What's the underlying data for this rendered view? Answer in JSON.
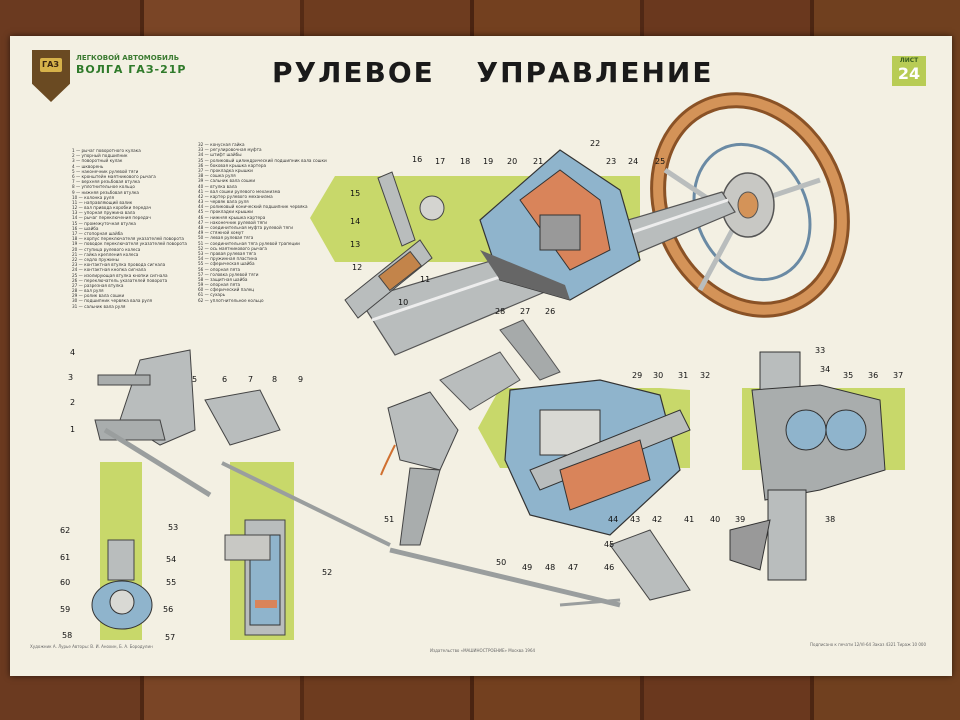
{
  "poster": {
    "title": "РУЛЕВОЕ   УПРАВЛЕНИЕ",
    "brand_top": "ЛЕГКОВОЙ АВТОМОБИЛЬ",
    "brand_name": "ВОЛГА ГАЗ-21Р",
    "logo_text": "ГАЗ",
    "sheet_label": "ЛИСТ",
    "sheet_number": "24"
  },
  "legend_left": [
    "1 — рычаг поворотного кулака",
    "2 — упорный подшипник",
    "3 — поворотный кулак",
    "4 — шкворень",
    "5 — наконечник рулевой тяги",
    "6 — кронштейн маятникового рычага",
    "7 — верхняя резьбовая втулка",
    "8 — уплотнительное кольцо",
    "9 — нижняя резьбовая втулка",
    "10 — колонка руля",
    "11 — направляющий валик",
    "12 — вал привода коробки передач",
    "13 — упорная пружина вала",
    "14 — рычаг переключения передач",
    "15 — промежуточная втулка",
    "16 — шайба",
    "17 — стопорная шайба",
    "18 — корпус переключателя указателей поворота",
    "19 — поводок переключателя указателей поворота",
    "20 — ступица рулевого колеса",
    "21 — гайка крепления колеса",
    "22 — седло пружины",
    "23 — контактная втулка провода сигнала",
    "24 — контактная кнопка сигнала",
    "25 — изолирующая втулка кнопки сигнала",
    "26 — переключатель указателей поворота",
    "27 — разрезная втулка",
    "28 — вал руля",
    "29 — ролик вала сошки",
    "30 — подшипник червяка вала руля",
    "31 — сальник вала руля"
  ],
  "legend_right": [
    "32 — конусная гайка",
    "33 — регулировочная муфта",
    "34 — штифт шайбы",
    "35 — роликовый цилиндрический подшипник вала сошки",
    "36 — боковая крышка картера",
    "37 — прокладка крышки",
    "38 — сошка руля",
    "39 — сальник вала сошки",
    "40 — втулка вала",
    "41 — вал сошки рулевого механизма",
    "42 — картер рулевого механизма",
    "43 — червяк вала руля",
    "44 — роликовый конический подшипник червяка",
    "45 — прокладки крышки",
    "46 — нижняя крышка картера",
    "47 — наконечник рулевой тяги",
    "48 — соединительная муфта рулевой тяги",
    "49 — стяжной хомут",
    "50 — левая рулевая тяга",
    "51 — соединительная тяга рулевой трапеции",
    "52 — ось маятникового рычага",
    "53 — правая рулевая тяга",
    "54 — пружинная пластина",
    "55 — сферическая шайба",
    "56 — опорная пята",
    "57 — головка рулевой тяги",
    "58 — защитная шайба",
    "59 — опорная пята",
    "60 — сферический палец",
    "61 — сухарь",
    "62 — уплотнительное кольцо"
  ],
  "footer": {
    "left": "Художник  А. Лурье   Авторы: В. И. Анохин,  Б. А. Бородулин",
    "center": "Издательство «МАШИНОСТРОЕНИЕ»  Москва 1964",
    "right": "Подписано к печати 12/VI-64   Заказ 4321   Тираж 10 000"
  },
  "callouts": [
    "1",
    "2",
    "3",
    "4",
    "5",
    "6",
    "7",
    "8",
    "9",
    "10",
    "11",
    "12",
    "13",
    "14",
    "15",
    "16",
    "17",
    "18",
    "19",
    "20",
    "21",
    "22",
    "23",
    "24",
    "25",
    "26",
    "27",
    "28",
    "29",
    "30",
    "31",
    "32",
    "33",
    "34",
    "35",
    "36",
    "37",
    "38",
    "39",
    "40",
    "41",
    "42",
    "43",
    "44",
    "45",
    "46",
    "47",
    "48",
    "49",
    "50",
    "51",
    "52",
    "53",
    "54",
    "55",
    "56",
    "57",
    "58",
    "59",
    "60",
    "61",
    "62"
  ],
  "colors": {
    "green": "#c8d86a",
    "cut_blue": "#8fb4cc",
    "metal": "#b9bdbd",
    "wheel": "#c8813f",
    "sheet": "#b8cc55"
  }
}
